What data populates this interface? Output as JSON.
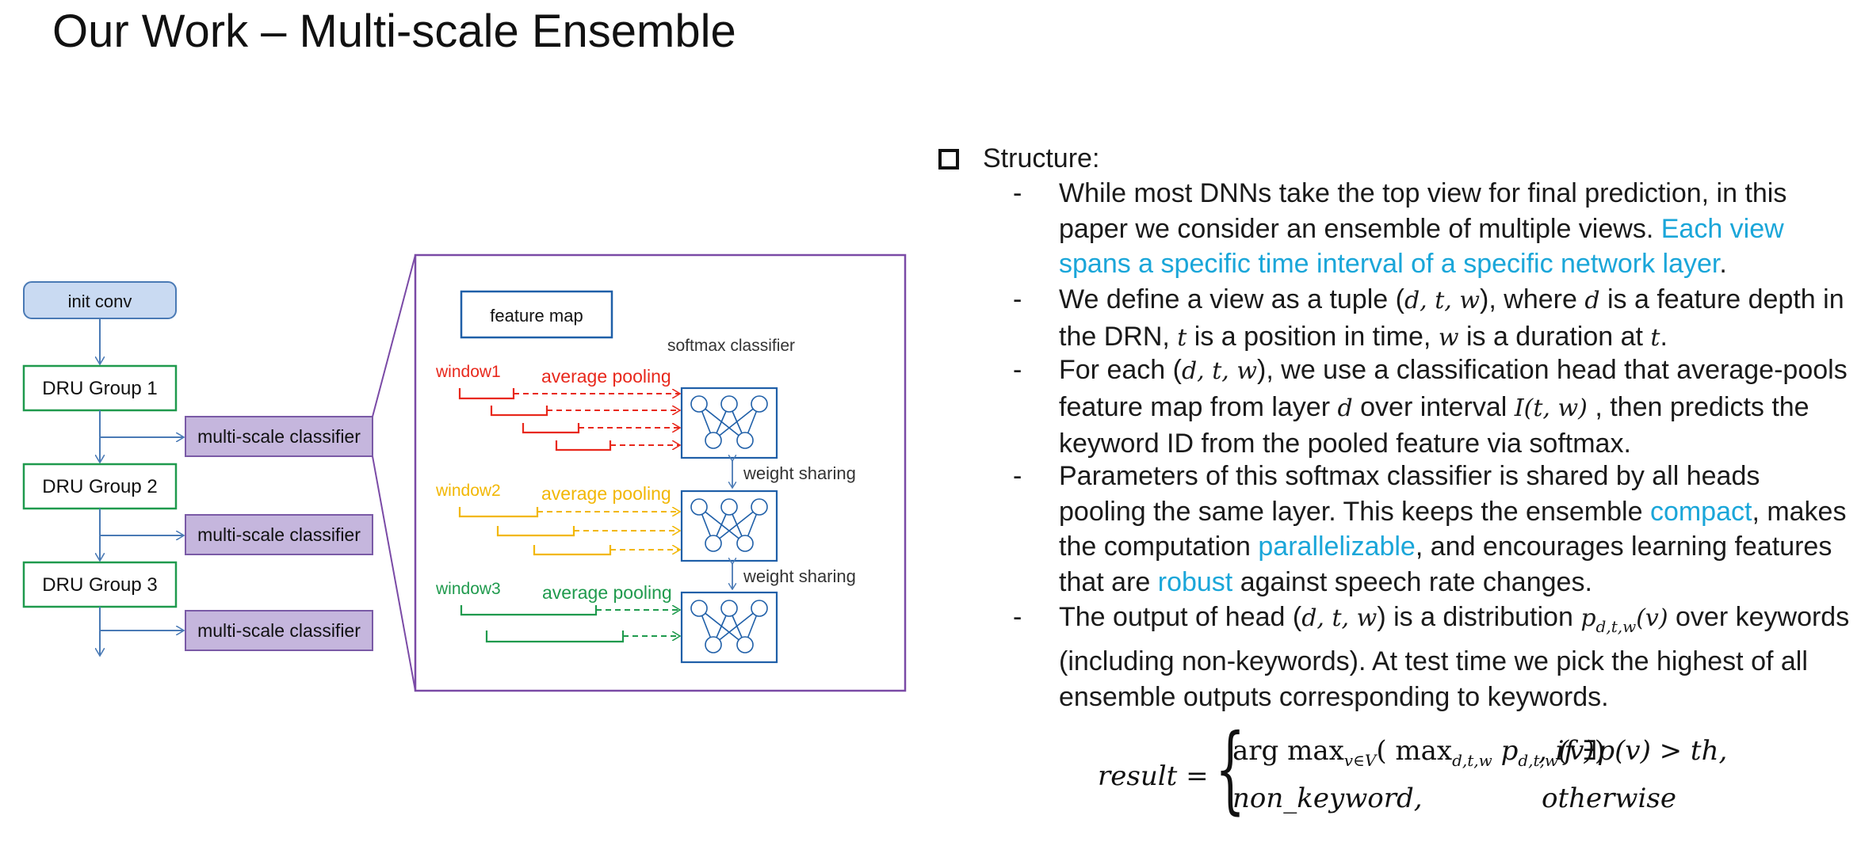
{
  "slide": {
    "title": "Our Work – Multi-scale Ensemble"
  },
  "diagram": {
    "init_conv": "init conv",
    "dru_groups": [
      "DRU Group 1",
      "DRU Group 2",
      "DRU Group 3"
    ],
    "classifier_label": "multi-scale classifier",
    "feature_map": "feature map",
    "softmax_classifier": "softmax classifier",
    "windows": [
      "window1",
      "window2",
      "window3"
    ],
    "average_pooling": "average pooling",
    "weight_sharing": "weight sharing",
    "colors": {
      "blue_box": "#1f5fa8",
      "green_box": "#1f9a4d",
      "purple_box": "#7a5aa6",
      "purple_fill": "#c5b6dd",
      "init_fill": "#c9daf2",
      "window1": "#e8281c",
      "window2": "#f2b705",
      "window3": "#1f9a4d",
      "arrow": "#4a7ab5"
    }
  },
  "content": {
    "structure_label": "Structure:",
    "accent_color": "#1aa6d9",
    "items": [
      {
        "a": "While most DNNs take the top view for final prediction, in this paper we consider an ensemble of multiple views. ",
        "b": "Each view spans a specific time interval of a specific network layer",
        "c": "."
      },
      {
        "a": "We define a view as a tuple (",
        "m1": "d, t, w",
        "b": "), where ",
        "m2": "d",
        "c": " is a feature depth in the DRN, ",
        "m3": "t",
        "d": " is a position in time, ",
        "m4": "w",
        "e": " is a duration at ",
        "m5": "t",
        "f": "."
      },
      {
        "a": "For each (",
        "m1": "d, t, w",
        "b": "), we use a classification head that average-pools feature map from layer ",
        "m2": "d",
        "c": " over interval ",
        "m3": "I(t, w)",
        "d": " , then predicts the keyword ID from the pooled feature via softmax."
      },
      {
        "a": "Parameters of this softmax classifier is shared by all heads pooling the same layer. This keeps the ensemble ",
        "h1": "compact",
        "b": ", makes the computation ",
        "h2": "parallelizable",
        "c": ", and encourages learning features that are ",
        "h3": "robust",
        "d": " against speech rate changes."
      },
      {
        "a": "The output of head (",
        "m1": "d, t, w",
        "b": ") is a distribution ",
        "m2": "p",
        "m2sub": "d,t,w",
        "m2c": "(v)",
        "c": " over keywords (including non-keywords). At test time we pick the highest of all ensemble outputs corresponding to keywords."
      }
    ],
    "formula": {
      "result": "result =",
      "row1_left": "arg max( max p(v))",
      "argmax_sub": "v∈V",
      "max_sub": "d,t,w",
      "p_sub": "d,t,w",
      "row1_right": ", if ∃p(v) > th,",
      "row2_left": "non_keyword,",
      "row2_right": "otherwise"
    }
  }
}
